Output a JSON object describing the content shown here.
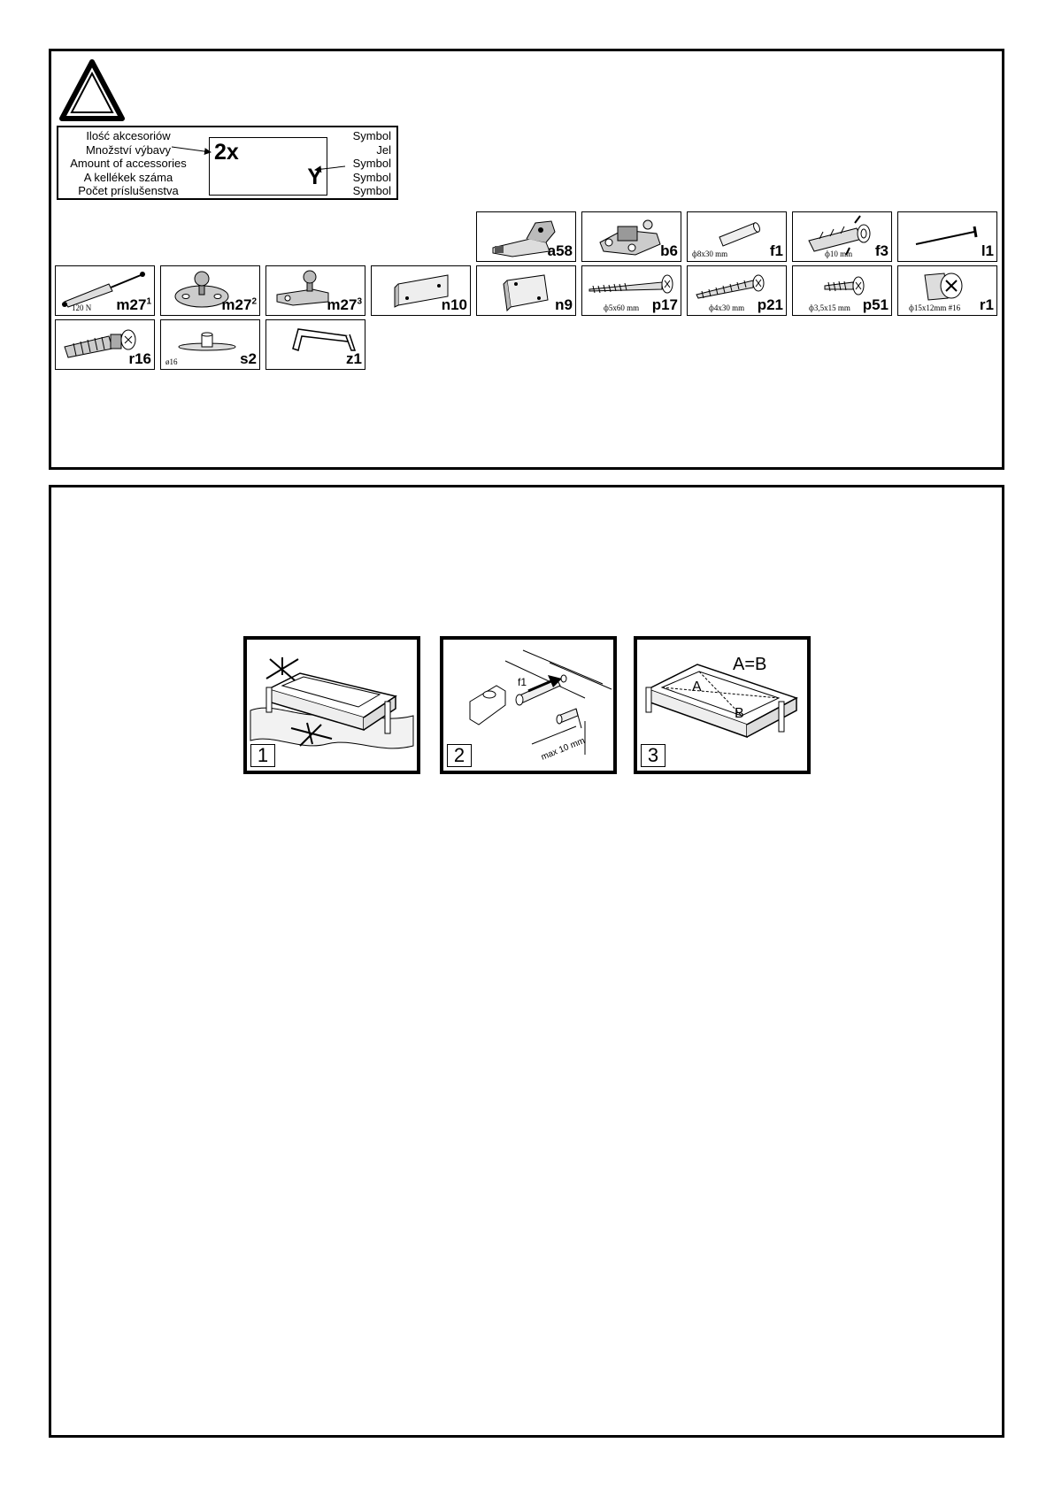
{
  "legend": {
    "labels": [
      "Ilość akcesoriów",
      "Množství výbavy",
      "Amount of accessories",
      "A kellékek száma",
      "Počet príslušenstva"
    ],
    "symbols": [
      "Symbol",
      "Jel",
      "Symbol",
      "Symbol",
      "Symbol"
    ],
    "count_example": "2x",
    "symbol_example": "Y"
  },
  "parts": [
    {
      "code": "a58",
      "dim": ""
    },
    {
      "code": "b6",
      "dim": ""
    },
    {
      "code": "f1",
      "dim": "ф8x30 mm"
    },
    {
      "code": "f3",
      "dim": "ф10 mm"
    },
    {
      "code": "l1",
      "dim": ""
    },
    {
      "code": "m27",
      "sup": "1",
      "dim": "120 N"
    },
    {
      "code": "m27",
      "sup": "2",
      "dim": ""
    },
    {
      "code": "m27",
      "sup": "3",
      "dim": ""
    },
    {
      "code": "n10",
      "dim": ""
    },
    {
      "code": "n9",
      "dim": ""
    },
    {
      "code": "p17",
      "dim": "ф5x60 mm"
    },
    {
      "code": "p21",
      "dim": "ф4x30 mm"
    },
    {
      "code": "p51",
      "dim": "ф3,5x15 mm"
    },
    {
      "code": "r1",
      "dim": "ф15x12mm  #16"
    },
    {
      "code": "r16",
      "dim": ""
    },
    {
      "code": "s2",
      "dim": "ø16"
    },
    {
      "code": "z1",
      "dim": ""
    }
  ],
  "steps": [
    {
      "number": "1"
    },
    {
      "number": "2",
      "part_label": "f1",
      "measure": "max 10 mm"
    },
    {
      "number": "3",
      "formula": "A=B",
      "label_a": "A",
      "label_b": "B"
    }
  ]
}
